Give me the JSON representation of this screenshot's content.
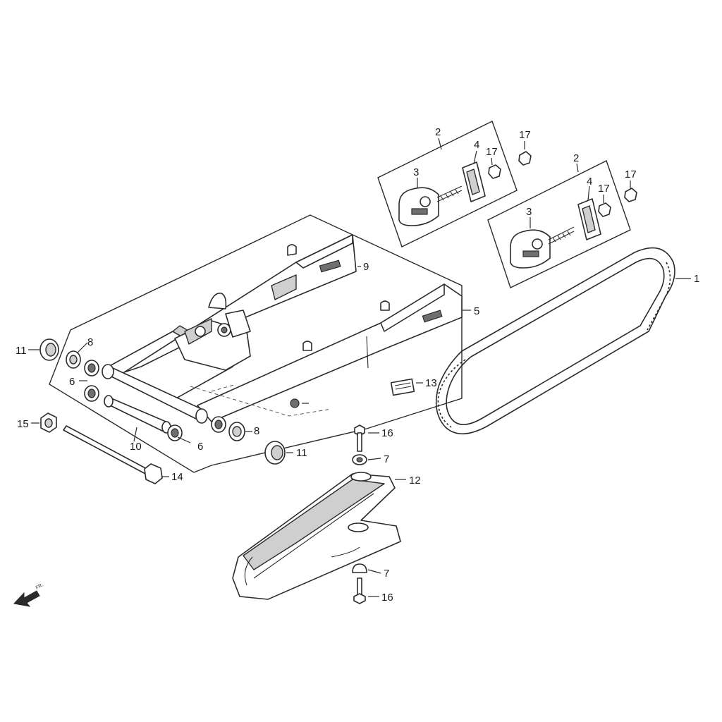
{
  "diagram": {
    "callouts": {
      "c1": "1",
      "c2a": "2",
      "c2b": "2",
      "c3a": "3",
      "c3b": "3",
      "c4a": "4",
      "c4b": "4",
      "c5": "5",
      "c6a": "6",
      "c6b": "6",
      "c7a": "7",
      "c7b": "7",
      "c8a": "8",
      "c8b": "8",
      "c9": "9",
      "c10": "10",
      "c11a": "11",
      "c11b": "11",
      "c12": "12",
      "c13": "13",
      "c14": "14",
      "c15": "15",
      "c16a": "16",
      "c16b": "16",
      "c17a": "17",
      "c17b": "17",
      "c17c": "17",
      "c17d": "17"
    },
    "front_marker": "FR.",
    "icons": [
      "front-direction-arrow-icon"
    ]
  }
}
